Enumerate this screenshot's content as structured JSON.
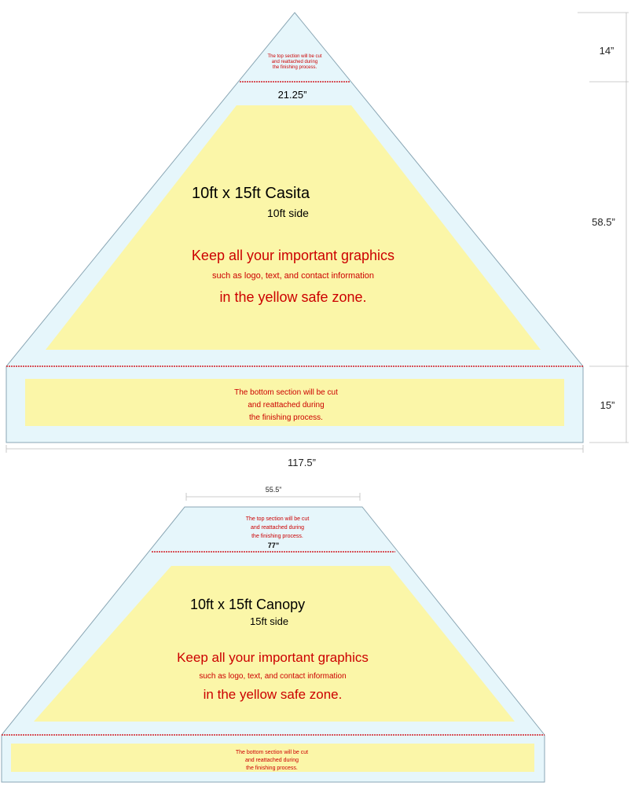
{
  "colors": {
    "outer_fill": "#e6f6fb",
    "outer_stroke": "#8aa6b4",
    "safe_zone": "#fbf6a8",
    "cut_line": "#d21f26",
    "warning_text": "#cc0000",
    "dimension_line": "#bbbbbb"
  },
  "casita": {
    "title": "10ft x 15ft Casita",
    "subtitle": "10ft side",
    "top_note": [
      "The top section will be cut",
      "and reattached during",
      "the finishing process."
    ],
    "safe_note": {
      "line1": "Keep all your important graphics",
      "line2": "such as logo, text, and contact information",
      "line3": "in the yellow safe zone."
    },
    "bottom_note": [
      "The bottom section will be cut",
      "and reattached during",
      "the finishing process."
    ],
    "dimensions": {
      "top_height": "14”",
      "inner_width": "21.25”",
      "middle_height": "58.5”",
      "bottom_height": "15”",
      "total_width": "117.5”"
    }
  },
  "canopy": {
    "title": "10ft x 15ft Canopy",
    "subtitle": "15ft side",
    "top_note": [
      "The top section will be cut",
      "and reattached during",
      "the finishing process."
    ],
    "safe_note": {
      "line1": "Keep all your important graphics",
      "line2": "such as logo, text, and contact information",
      "line3": "in the yellow safe zone."
    },
    "bottom_note": [
      "The bottom section will be cut",
      "and reattached during",
      "the finishing process."
    ],
    "dimensions": {
      "top_width": "55.5”",
      "inner_width": "77”"
    }
  }
}
